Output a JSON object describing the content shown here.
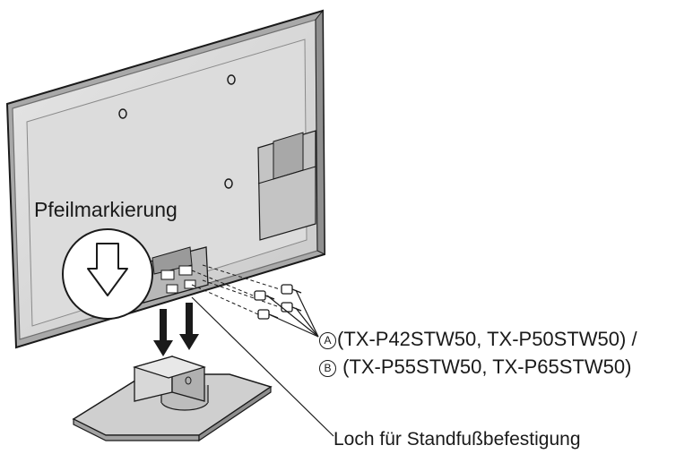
{
  "labels": {
    "arrow_marking": "Pfeilmarkierung",
    "screw_a_marker": "A",
    "screw_a_models": "(TX-P42STW50, TX-P50STW50) /",
    "screw_b_marker": "B",
    "screw_b_models": " (TX-P55STW50, TX-P65STW50)",
    "stand_hole": "Loch für Standfußbefestigung"
  },
  "colors": {
    "line": "#1a1a1a",
    "tv_back": "#d9d9d9",
    "tv_panel": "#bdbdbd",
    "tv_edge": "#8c8c8c",
    "stand": "#c8c8c8"
  },
  "icons": [
    "down-arrow-icon",
    "screw-icon"
  ]
}
